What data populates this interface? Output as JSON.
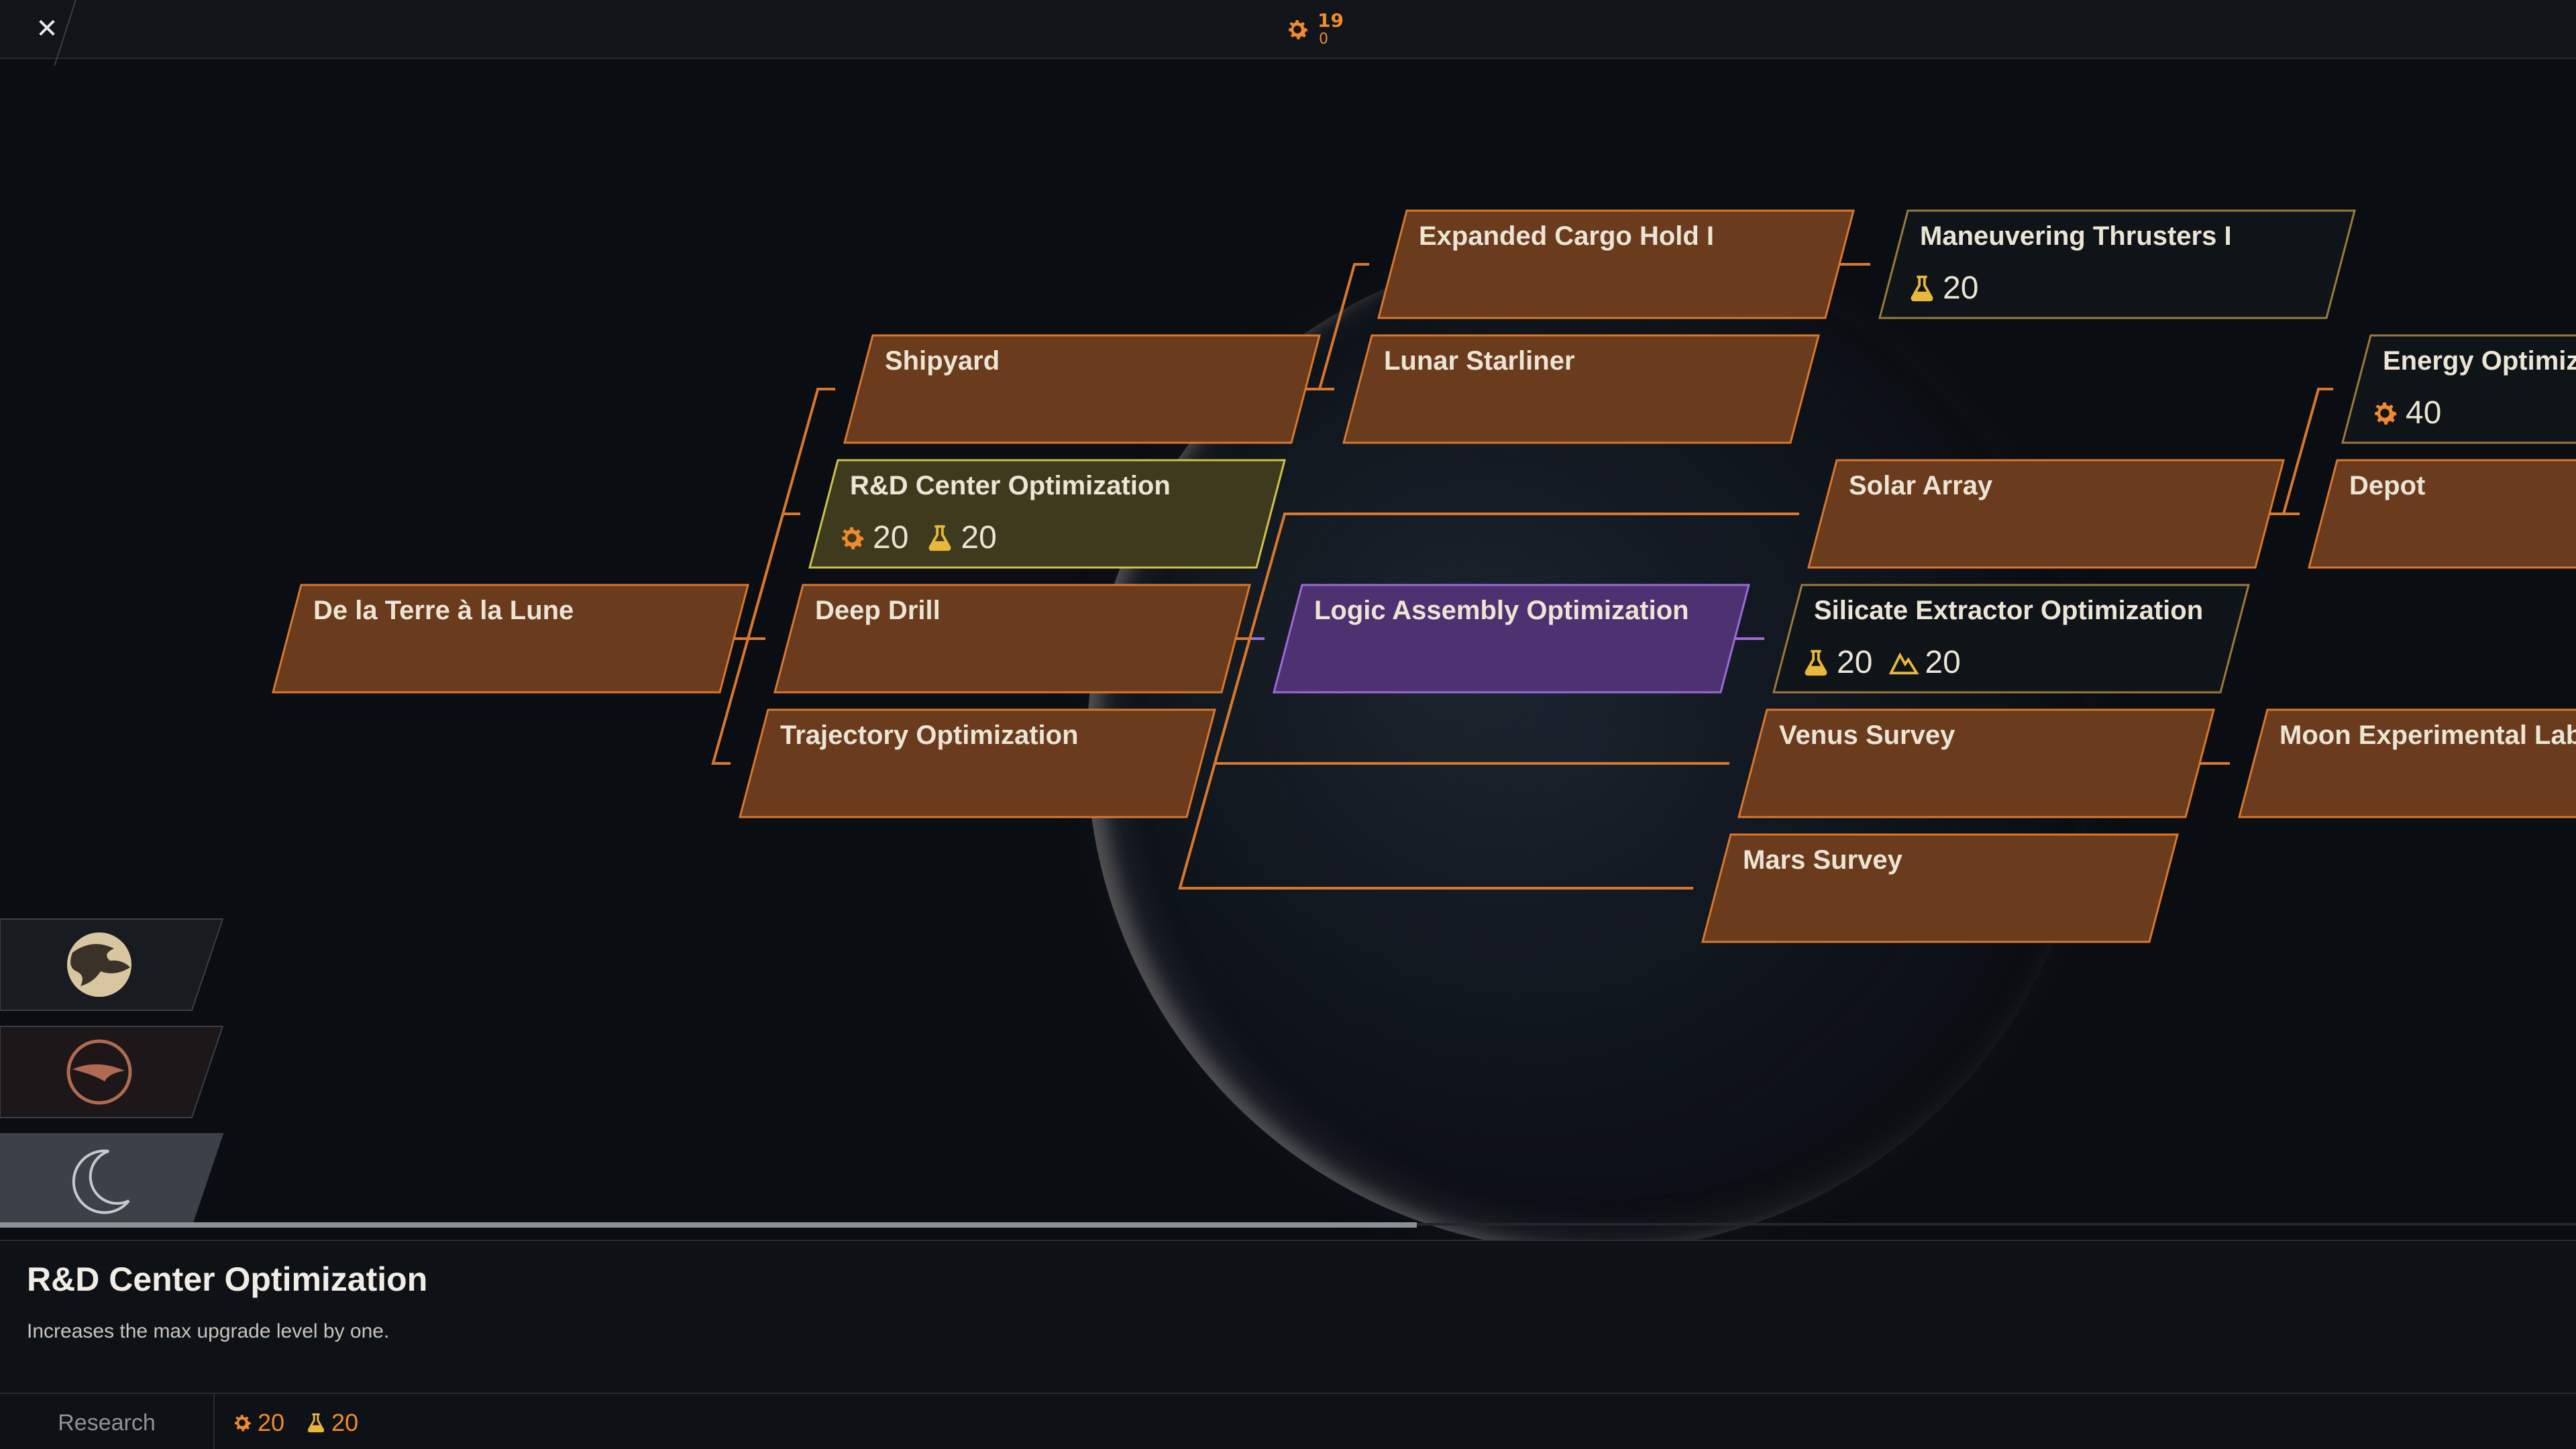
{
  "topbar": {
    "close_label": "✕",
    "counter_top": "19",
    "counter_bottom": "0"
  },
  "colors": {
    "node_fill": "#6a3b1c",
    "node_border": "#d9772c",
    "node_locked_fill": "#0f1419",
    "node_locked_border": "#9a7a3a",
    "node_selected_fill": "#3e3a1e",
    "node_selected_border": "#d0c24a",
    "node_active_fill": "#4e3170",
    "node_active_border": "#9b6ad8",
    "connector": "#d9772c",
    "connector_active": "#9b6ad8",
    "cost_gear": "#f08a2a",
    "cost_flask": "#e8b83a"
  },
  "tree": {
    "nodes": [
      {
        "id": "de-la-terre",
        "label": "De la Terre à la Lune",
        "state": "researched",
        "costs": []
      },
      {
        "id": "shipyard",
        "label": "Shipyard",
        "state": "researched",
        "costs": []
      },
      {
        "id": "rd-center",
        "label": "R&D Center Optimization",
        "state": "selected",
        "costs": [
          {
            "icon": "gear-icon",
            "value": "20"
          },
          {
            "icon": "flask-icon",
            "value": "20"
          }
        ]
      },
      {
        "id": "deep-drill",
        "label": "Deep Drill",
        "state": "researched",
        "costs": []
      },
      {
        "id": "trajectory",
        "label": "Trajectory Optimization",
        "state": "researched",
        "costs": []
      },
      {
        "id": "expanded-cargo",
        "label": "Expanded Cargo Hold I",
        "state": "researched",
        "costs": []
      },
      {
        "id": "lunar-starliner",
        "label": "Lunar Starliner",
        "state": "researched",
        "costs": []
      },
      {
        "id": "logic-assembly",
        "label": "Logic Assembly Optimization",
        "state": "active",
        "costs": []
      },
      {
        "id": "maneuvering",
        "label": "Maneuvering Thrusters I",
        "state": "locked",
        "costs": [
          {
            "icon": "flask-icon",
            "value": "20"
          }
        ]
      },
      {
        "id": "solar-array",
        "label": "Solar Array",
        "state": "researched",
        "costs": []
      },
      {
        "id": "silicate",
        "label": "Silicate Extractor Optimization",
        "state": "locked",
        "costs": [
          {
            "icon": "flask-icon",
            "value": "20"
          },
          {
            "icon": "mountain-icon",
            "value": "20"
          }
        ]
      },
      {
        "id": "venus-survey",
        "label": "Venus Survey",
        "state": "researched",
        "costs": []
      },
      {
        "id": "mars-survey",
        "label": "Mars Survey",
        "state": "researched",
        "costs": []
      },
      {
        "id": "energy-opt",
        "label": "Energy Optimiza",
        "state": "locked",
        "costs": [
          {
            "icon": "gear-icon",
            "value": "40"
          }
        ]
      },
      {
        "id": "depot",
        "label": "Depot",
        "state": "researched",
        "costs": []
      },
      {
        "id": "moon-lab",
        "label": "Moon Experimental Labo",
        "state": "researched",
        "costs": []
      }
    ]
  },
  "sidebar": {
    "tabs": [
      {
        "id": "earth",
        "icon": "earth-icon",
        "active": false
      },
      {
        "id": "mars",
        "icon": "mars-icon",
        "active": false
      },
      {
        "id": "moon",
        "icon": "moon-icon",
        "active": true
      }
    ]
  },
  "scroll": {
    "position": 0.0,
    "visible_fraction": 0.55
  },
  "info": {
    "title": "R&D Center Optimization",
    "description": "Increases the max upgrade level by one.",
    "research_label": "Research",
    "costs": [
      {
        "icon": "gear-icon",
        "value": "20"
      },
      {
        "icon": "flask-icon",
        "value": "20"
      }
    ]
  }
}
